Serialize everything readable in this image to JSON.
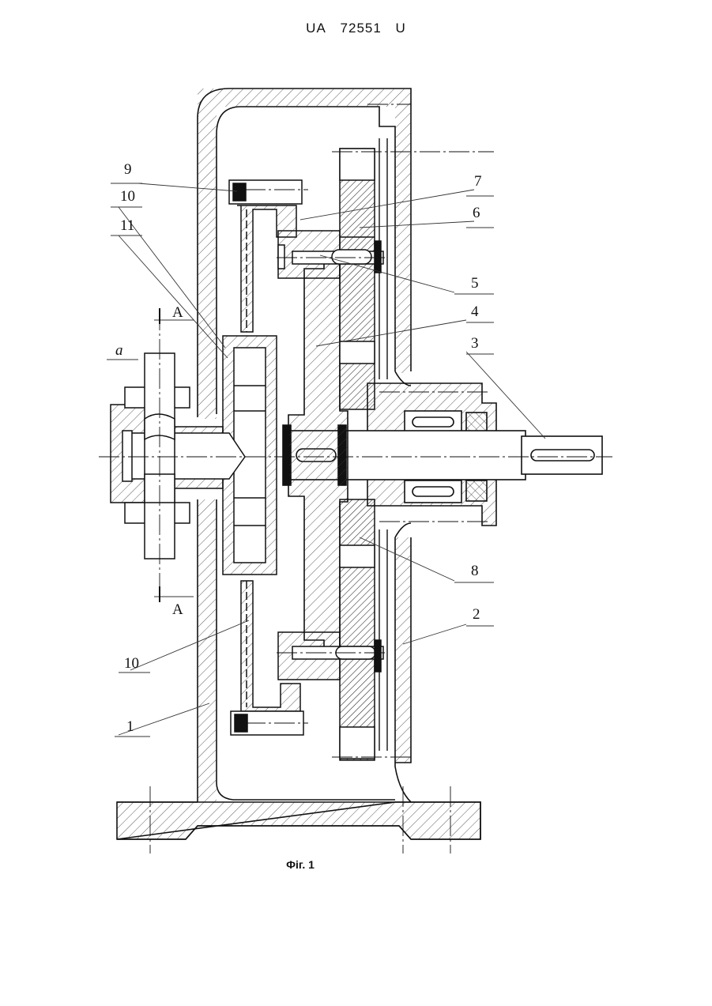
{
  "header": {
    "country": "UA",
    "number": "72551",
    "kind": "U"
  },
  "caption": "Фіг. 1",
  "labels": {
    "l1": "1",
    "l2": "2",
    "l3": "3",
    "l4": "4",
    "l5": "5",
    "l6": "6",
    "l7": "7",
    "l8": "8",
    "l9": "9",
    "l10a": "10",
    "l10b": "10",
    "l11": "11",
    "la": "a",
    "sectA1": "A",
    "sectA2": "A"
  }
}
